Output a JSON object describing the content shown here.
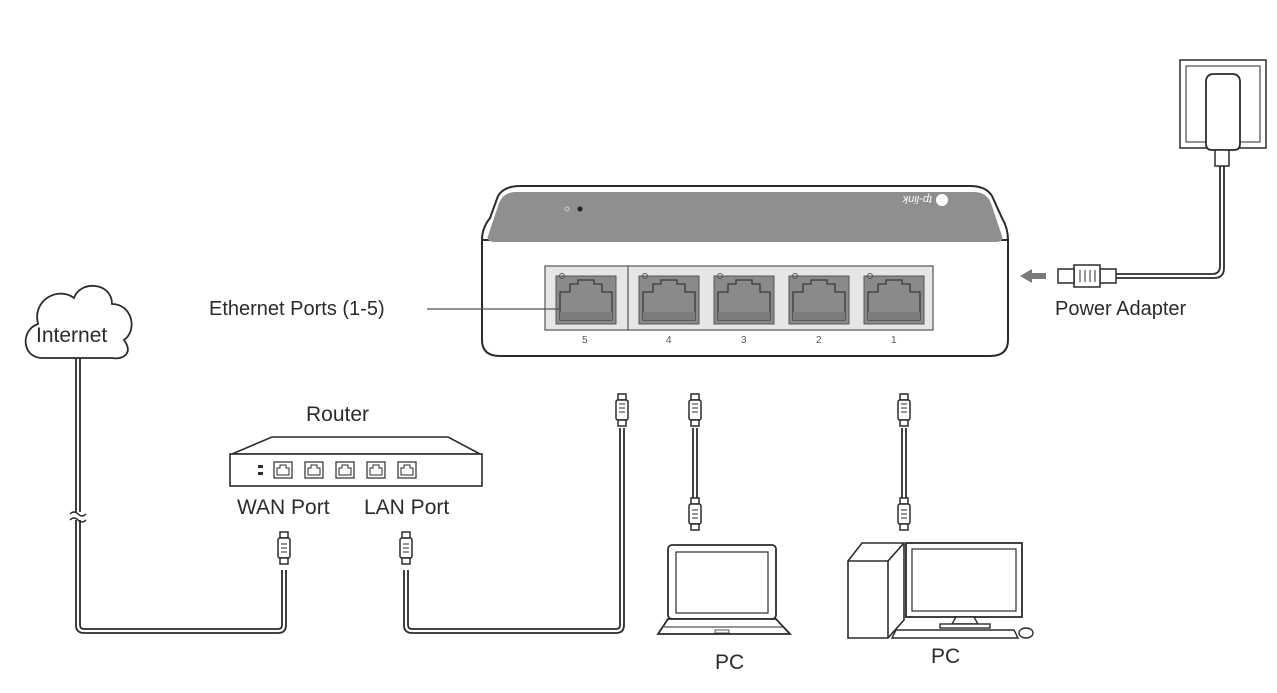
{
  "labels": {
    "internet": "Internet",
    "router": "Router",
    "wan_port": "WAN Port",
    "lan_port": "LAN Port",
    "ethernet_ports": "Ethernet Ports (1-5)",
    "power_adapter": "Power Adapter",
    "pc_laptop": "PC",
    "pc_desktop": "PC"
  },
  "switch": {
    "brand": "tp-link",
    "port_numbers": [
      "5",
      "4",
      "3",
      "2",
      "1"
    ]
  },
  "colors": {
    "line": "#2b2b2b",
    "switch_top": "#8f8f8f",
    "port_fill": "#8a8a8a",
    "panel_fill": "#e6e6e6",
    "arrow": "#7a7a7a"
  }
}
